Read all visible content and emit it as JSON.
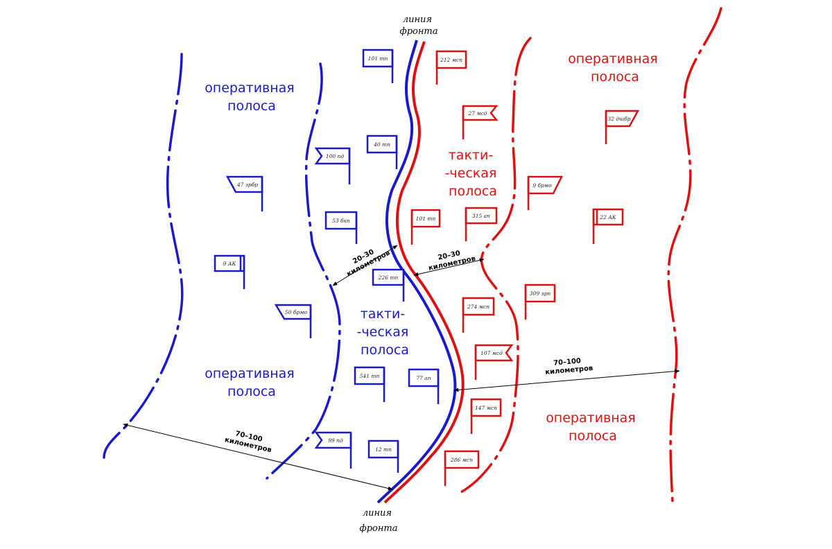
{
  "colors": {
    "blue": "#1a1acc",
    "red": "#dd1111"
  },
  "front_line_label": "линия\nфронта",
  "zones": {
    "operational": "оперативная\nполоса",
    "tactical": "такти-\n-ческая\nполоса"
  },
  "distances": {
    "tactical": "20–30\nкилометров",
    "operational": "70–100\nкилометров"
  },
  "blue_units": [
    "101 тп",
    "100 пд",
    "40 тп",
    "47 зрбр",
    "53 бкп",
    "9 АК",
    "226 тп",
    "50 брмо",
    "541 тп",
    "77 ап",
    "99 пд",
    "12 тп"
  ],
  "red_units": [
    "212 мсп",
    "27 мсд",
    "32 дшбр",
    "9 брмо",
    "101 тп",
    "315 ап",
    "22 АК",
    "274 мсп",
    "309 зрп",
    "107 мсд",
    "147 мсп",
    "286 мсп"
  ]
}
